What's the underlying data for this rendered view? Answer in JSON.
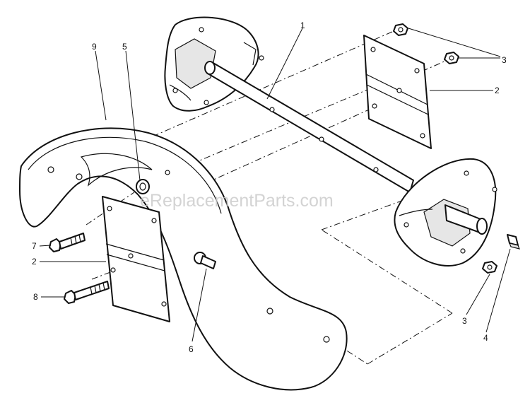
{
  "callouts": {
    "shaft": "1",
    "bar_plate_right": "2",
    "bar_plate_left": "2",
    "nut_top": "3",
    "nut_bottom": "3",
    "key": "4",
    "bearing": "5",
    "carriage_bolt": "6",
    "bolt_short": "7",
    "bolt_long": "8",
    "auger_spiral": "9"
  },
  "watermark": "eReplacementParts.com",
  "colors": {
    "line": "#111111",
    "background": "#ffffff",
    "watermark": "#c9c9c9"
  }
}
